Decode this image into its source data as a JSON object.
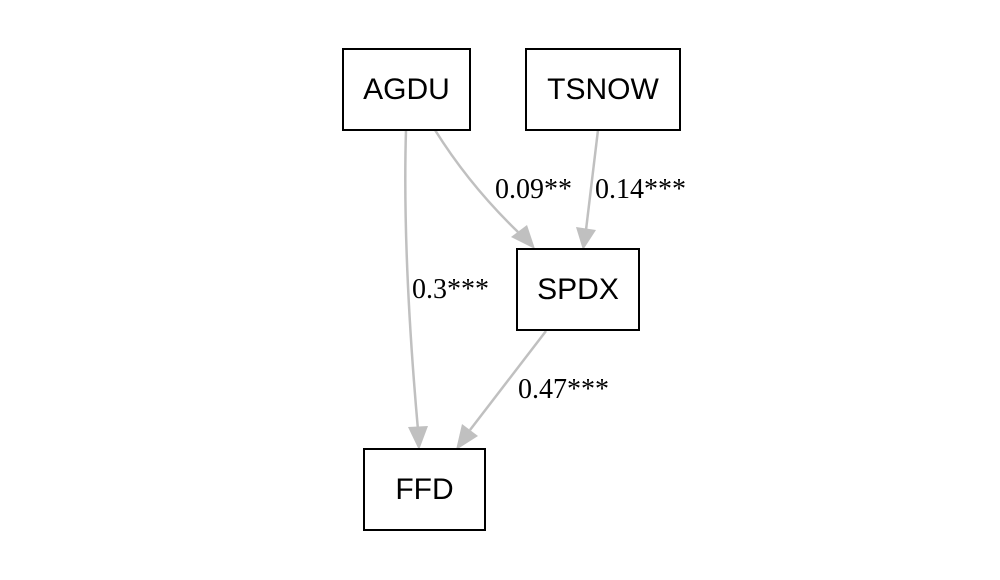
{
  "nodes": {
    "agdu": "AGDU",
    "tsnow": "TSNOW",
    "spdx": "SPDX",
    "ffd": "FFD"
  },
  "edges": {
    "agdu_spdx": "0.09**",
    "tsnow_spdx": "0.14***",
    "agdu_ffd": "0.3***",
    "spdx_ffd": "0.47***"
  },
  "colors": {
    "edge": "#c0c0c0",
    "node_border": "#000000",
    "background": "#ffffff"
  }
}
